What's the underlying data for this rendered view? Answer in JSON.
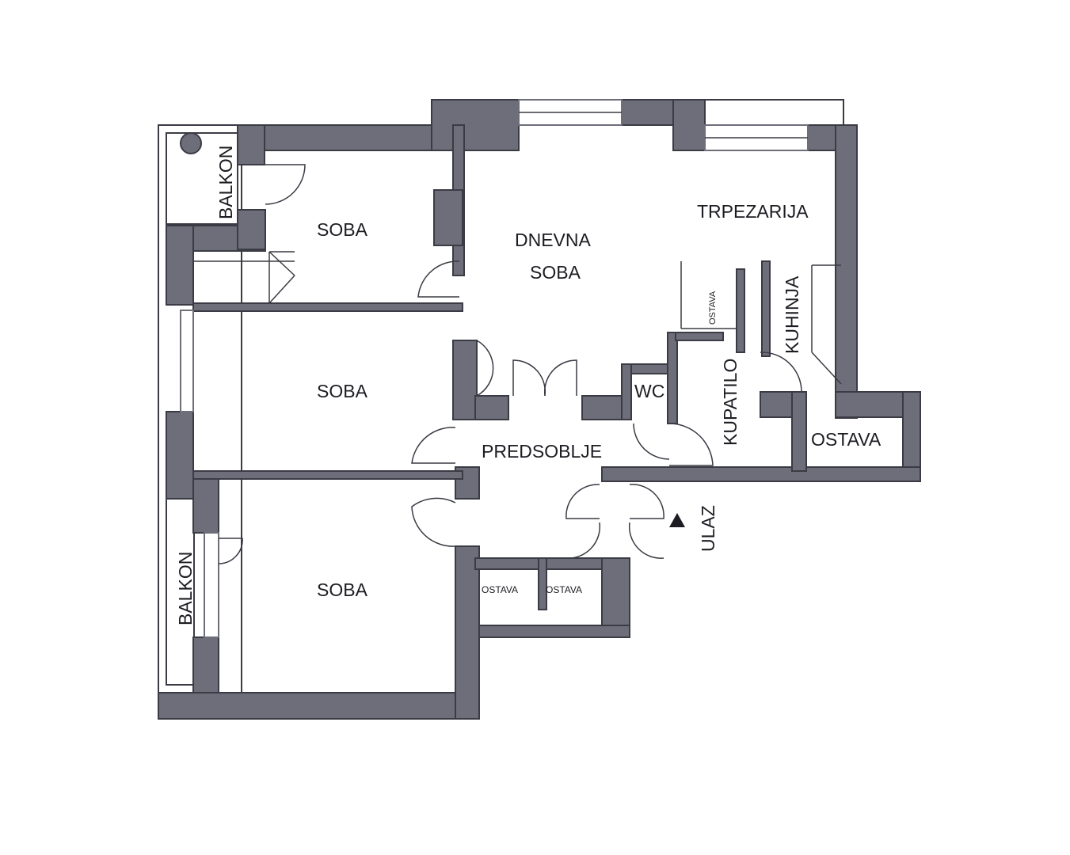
{
  "rooms": {
    "balkon_top": "BALKON",
    "soba_1": "SOBA",
    "dnevna_line1": "DNEVNA",
    "dnevna_line2": "SOBA",
    "trpezarija": "TRPEZARIJA",
    "ostava_small": "OSTAVA",
    "kuhinja": "KUHINJA",
    "soba_2": "SOBA",
    "wc": "WC",
    "kupatilo": "KUPATILO",
    "ostava_right": "OSTAVA",
    "predsoblje": "PREDSOBLJE",
    "ulaz": "ULAZ",
    "balkon_bottom": "BALKON",
    "soba_3": "SOBA",
    "ostava_bottom_1": "OSTAVA",
    "ostava_bottom_2": "OSTAVA"
  },
  "colors": {
    "wall": "#6d6e79",
    "line": "#3a3b44",
    "background": "#ffffff"
  }
}
